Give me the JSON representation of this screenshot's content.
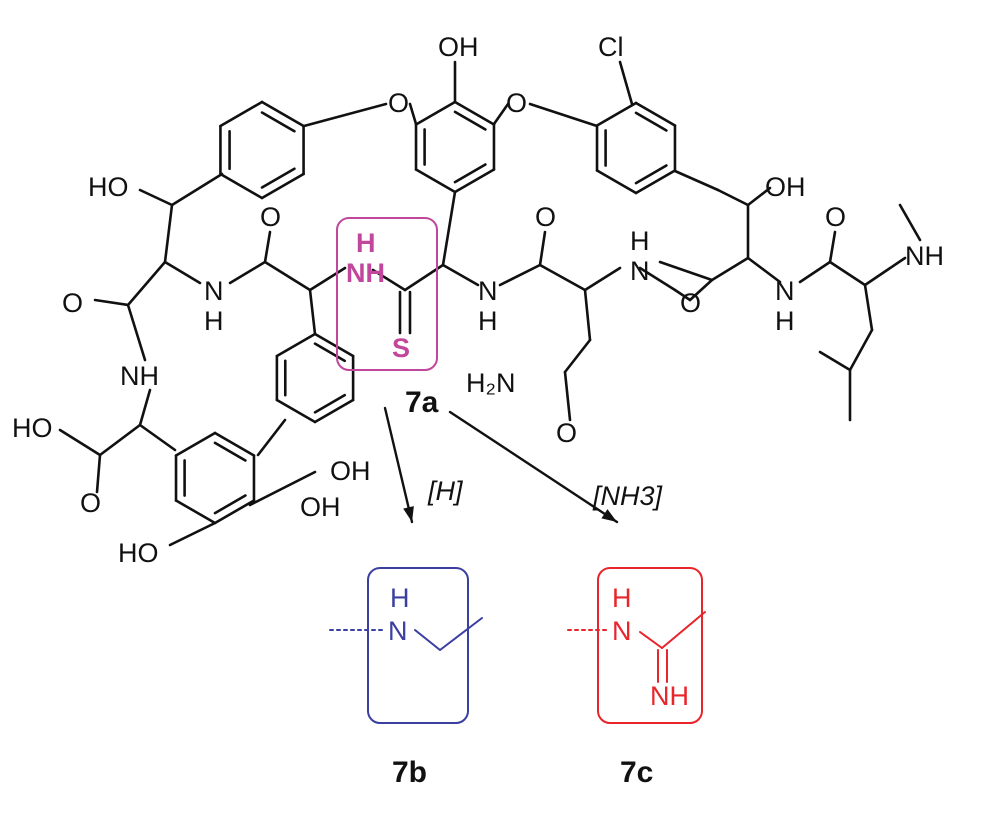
{
  "colors": {
    "bond": "#111111",
    "highlight_7a": "#c0479c",
    "highlight_7b": "#3b3fa0",
    "highlight_7c": "#e8252b"
  },
  "labels": {
    "oh_top": "OH",
    "o_ether_left": "O",
    "o_ether_right": "O",
    "cl": "Cl",
    "ho_left": "HO",
    "oh_right": "OH",
    "o1": "O",
    "o2": "O",
    "o3": "O",
    "o4": "O",
    "o5": "O",
    "n_h": "H",
    "n_n": "N",
    "nh": "NH",
    "h": "H",
    "s": "S",
    "h2n": "H₂N",
    "o_amide": "O",
    "ho_acid": "HO",
    "o_acid": "O",
    "oh_a": "OH",
    "oh_b": "OH",
    "ho_bottom": "HO",
    "nh_me": "NH"
  },
  "compounds": {
    "a": "7a",
    "b": "7b",
    "c": "7c"
  },
  "reagents": {
    "reduction": "[H]",
    "ammonia": "[NH3]"
  },
  "fragment_7b": {
    "h": "H",
    "n": "N"
  },
  "fragment_7c": {
    "h": "H",
    "n": "N",
    "nh": "NH"
  }
}
